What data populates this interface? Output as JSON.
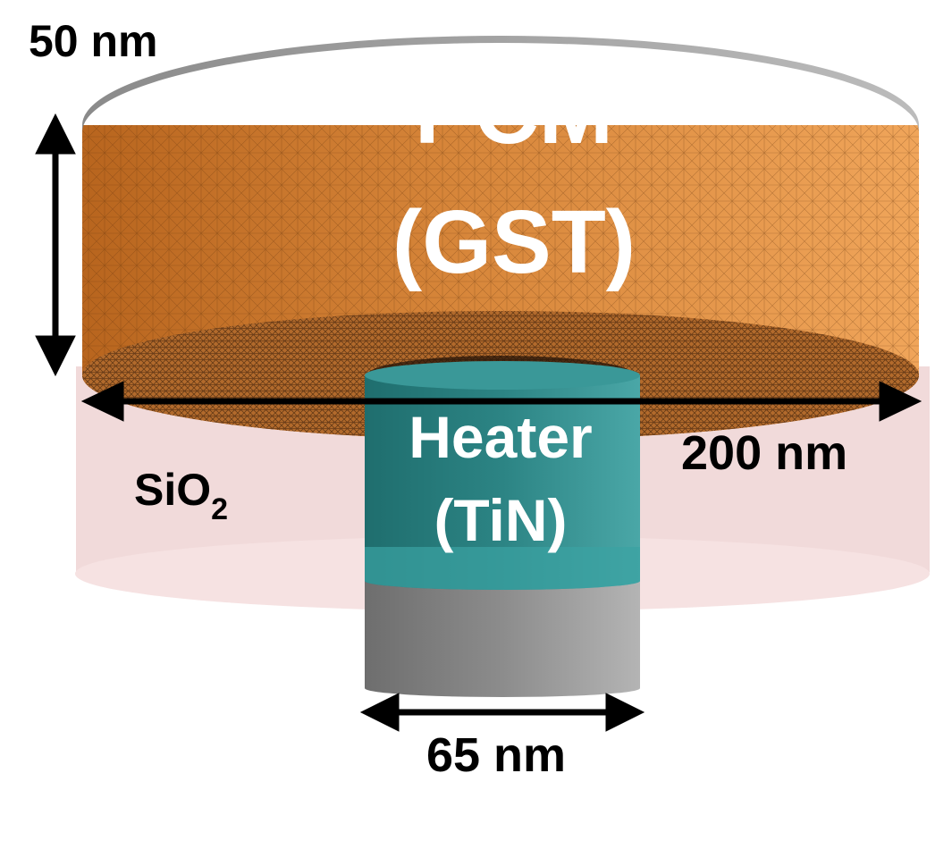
{
  "labels": {
    "pcm_line1": "PCM",
    "pcm_line2": "(GST)",
    "heater_line1": "Heater",
    "heater_line2": "(TiN)",
    "oxide_base": "SiO",
    "oxide_sub": "2",
    "thickness": "50 nm",
    "pcm_diameter": "200 nm",
    "heater_diameter": "65 nm"
  },
  "colors": {
    "pcm": "#d98a3c",
    "pcm_dark": "#b7651f",
    "heater": "#3a9a9a",
    "oxide": "#efc9c9",
    "cap": "#9a9a9a",
    "arrow": "#000000"
  }
}
